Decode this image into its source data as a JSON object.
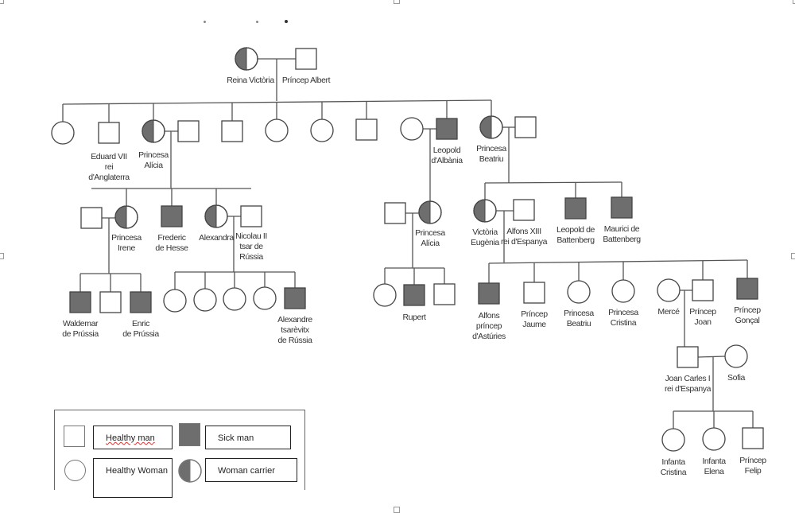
{
  "colors": {
    "sick_fill": "#6e6e6e",
    "line": "#555555"
  },
  "legend": {
    "healthy_man": "Healthy man",
    "sick_man": "Sick man",
    "healthy_woman": "Healthy Woman",
    "woman_carrier": "Woman carrier"
  },
  "people": {
    "victoria": {
      "name": "Reina Victòria",
      "sex": "female",
      "status": "carrier"
    },
    "albert": {
      "name": "Príncep Albert",
      "sex": "male",
      "status": "healthy"
    },
    "g1_daughter1": {
      "name": "",
      "sex": "female",
      "status": "healthy"
    },
    "eduard": {
      "name": "Eduard VII\nrei\nd'Anglaterra",
      "sex": "male",
      "status": "healthy"
    },
    "alicia": {
      "name": "Princesa\nAlícia",
      "sex": "female",
      "status": "carrier"
    },
    "alicia_husband": {
      "name": "",
      "sex": "male",
      "status": "healthy"
    },
    "g1_son2": {
      "name": "",
      "sex": "male",
      "status": "healthy"
    },
    "g1_daughter2": {
      "name": "",
      "sex": "female",
      "status": "healthy"
    },
    "g1_daughter3": {
      "name": "",
      "sex": "female",
      "status": "healthy"
    },
    "g1_son3": {
      "name": "",
      "sex": "male",
      "status": "healthy"
    },
    "leopold_wife": {
      "name": "",
      "sex": "female",
      "status": "healthy"
    },
    "leopold": {
      "name": "Leopold\nd'Albània",
      "sex": "male",
      "status": "sick"
    },
    "beatriu": {
      "name": "Princesa\nBeatriu",
      "sex": "female",
      "status": "carrier"
    },
    "beatriu_husband": {
      "name": "",
      "sex": "male",
      "status": "healthy"
    },
    "irene_husband": {
      "name": "",
      "sex": "male",
      "status": "healthy"
    },
    "irene": {
      "name": "Princesa\nIrene",
      "sex": "female",
      "status": "carrier"
    },
    "frederic": {
      "name": "Frederic\nde Hesse",
      "sex": "male",
      "status": "sick"
    },
    "alexandra": {
      "name": "Alexandra",
      "sex": "female",
      "status": "carrier"
    },
    "nicolau": {
      "name": "Nicolau II\ntsar de\nRússia",
      "sex": "male",
      "status": "healthy"
    },
    "alicia2_husband": {
      "name": "",
      "sex": "male",
      "status": "healthy"
    },
    "alicia2": {
      "name": "Princesa\nAlícia",
      "sex": "female",
      "status": "carrier"
    },
    "victoria_eugenia": {
      "name": "Victòria\nEugènia",
      "sex": "female",
      "status": "carrier"
    },
    "alfons13": {
      "name": "Alfons XIII\nrei d'Espanya",
      "sex": "male",
      "status": "healthy"
    },
    "leopold_b": {
      "name": "Leopold de\nBattenberg",
      "sex": "male",
      "status": "sick"
    },
    "maurici_b": {
      "name": "Maurici de\nBattenberg",
      "sex": "male",
      "status": "sick"
    },
    "waldemar": {
      "name": "Waldemar\nde Prússia",
      "sex": "male",
      "status": "sick"
    },
    "irene_son2": {
      "name": "",
      "sex": "male",
      "status": "healthy"
    },
    "enric": {
      "name": "Enric\nde Prússia",
      "sex": "male",
      "status": "sick"
    },
    "rus_d1": {
      "name": "",
      "sex": "female",
      "status": "healthy"
    },
    "rus_d2": {
      "name": "",
      "sex": "female",
      "status": "healthy"
    },
    "rus_d3": {
      "name": "",
      "sex": "female",
      "status": "healthy"
    },
    "rus_d4": {
      "name": "",
      "sex": "female",
      "status": "healthy"
    },
    "alexandre": {
      "name": "Alexandre\ntsarèvitx\nde Rússia",
      "sex": "male",
      "status": "sick"
    },
    "alicia2_d": {
      "name": "",
      "sex": "female",
      "status": "healthy"
    },
    "rupert": {
      "name": "Rupert",
      "sex": "male",
      "status": "sick"
    },
    "alicia2_s": {
      "name": "",
      "sex": "male",
      "status": "healthy"
    },
    "alfons_ast": {
      "name": "Alfons\npríncep\nd'Astúries",
      "sex": "male",
      "status": "sick"
    },
    "jaume": {
      "name": "Príncep\nJaume",
      "sex": "male",
      "status": "healthy"
    },
    "beatriu_e": {
      "name": "Princesa\nBeatriu",
      "sex": "female",
      "status": "healthy"
    },
    "cristina_e": {
      "name": "Princesa\nCristina",
      "sex": "female",
      "status": "healthy"
    },
    "merce": {
      "name": "Mercé",
      "sex": "female",
      "status": "healthy"
    },
    "joan": {
      "name": "Príncep\nJoan",
      "sex": "male",
      "status": "healthy"
    },
    "gonzalo": {
      "name": "Príncep\nGonçal",
      "sex": "male",
      "status": "sick"
    },
    "juan_carlos": {
      "name": "Joan Carles I\nrei d'Espanya",
      "sex": "male",
      "status": "healthy"
    },
    "sofia": {
      "name": "Sofia",
      "sex": "female",
      "status": "healthy"
    },
    "infanta_cristina": {
      "name": "Infanta\nCristina",
      "sex": "female",
      "status": "healthy"
    },
    "infanta_elena": {
      "name": "Infanta\nElena",
      "sex": "female",
      "status": "healthy"
    },
    "felip": {
      "name": "Príncep\nFelip",
      "sex": "male",
      "status": "healthy"
    }
  }
}
